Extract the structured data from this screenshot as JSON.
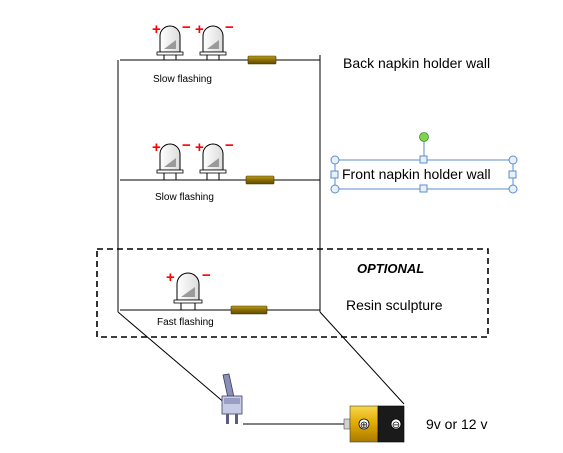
{
  "rows": [
    {
      "caption": "Slow flashing",
      "target": "Back napkin holder wall"
    },
    {
      "caption": "Slow flashing",
      "target": "Front napkin holder wall"
    },
    {
      "caption": "Fast flashing",
      "target": "Resin sculpture"
    }
  ],
  "optional_label": "OPTIONAL",
  "battery_label": "9v or 12 v",
  "polarity": {
    "plus": "+",
    "minus": "−"
  },
  "battery_terminals": {
    "positive": "⊕",
    "negative": "⊖"
  },
  "colors": {
    "wire": "#000000",
    "resistor": "#8b6d00",
    "polarity_plus": "#ff0000",
    "polarity_minus": "#ff0000",
    "selection": "#5b8dc9",
    "rotate_handle": "#7fd34e",
    "battery_body": "#1a1a1a",
    "battery_band": "#e8b400",
    "switch": "#8a8fb5"
  }
}
